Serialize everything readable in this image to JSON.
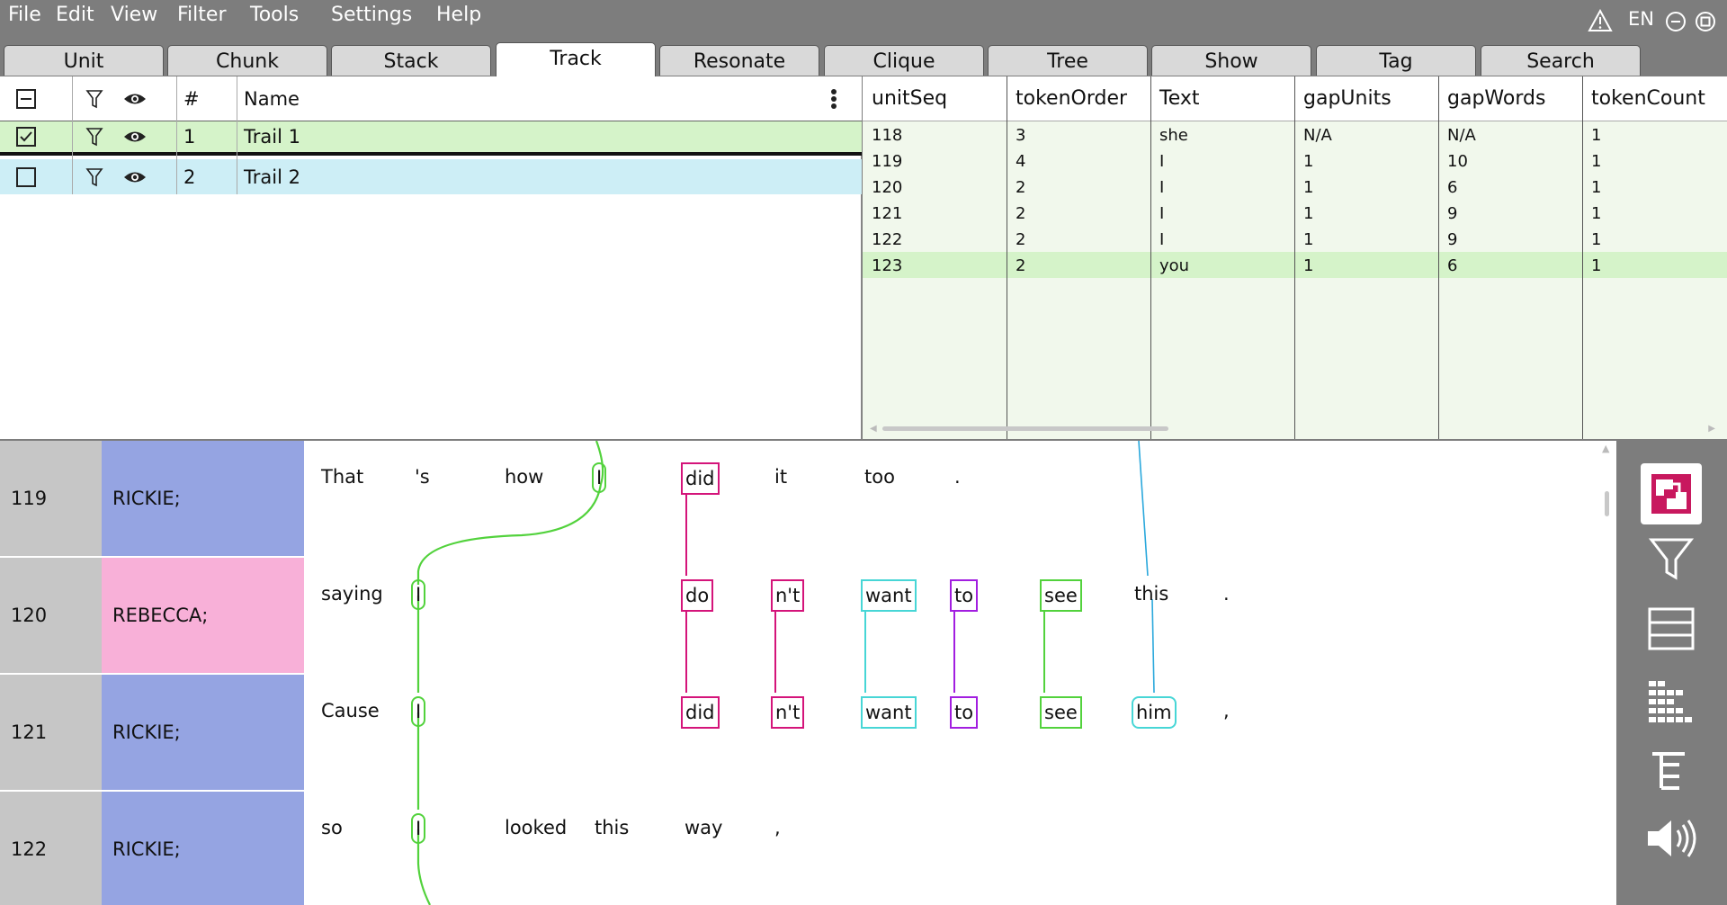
{
  "menu": [
    "File",
    "Edit",
    "View",
    "Filter",
    "Tools",
    "Settings",
    "Help"
  ],
  "system": {
    "language": "EN",
    "warning_icon": "warning-icon",
    "minimize_icon": "minimize-icon",
    "restore_icon": "restore-icon"
  },
  "tabs": [
    "Unit",
    "Chunk",
    "Stack",
    "Track",
    "Resonate",
    "Clique",
    "Tree",
    "Show",
    "Tag",
    "Search"
  ],
  "active_tab": "Track",
  "left_table": {
    "header": {
      "number": "#",
      "name": "Name"
    },
    "rows": [
      {
        "number": "1",
        "name": "Trail 1",
        "checked": true
      },
      {
        "number": "2",
        "name": "Trail 2",
        "checked": false
      }
    ]
  },
  "right_table": {
    "columns": [
      "unitSeq",
      "tokenOrder",
      "Text",
      "gapUnits",
      "gapWords",
      "tokenCount"
    ],
    "rows": [
      [
        "118",
        "3",
        "she",
        "N/A",
        "N/A",
        "1"
      ],
      [
        "119",
        "4",
        "I",
        "1",
        "10",
        "1"
      ],
      [
        "120",
        "2",
        "I",
        "1",
        "6",
        "1"
      ],
      [
        "121",
        "2",
        "I",
        "1",
        "9",
        "1"
      ],
      [
        "122",
        "2",
        "I",
        "1",
        "9",
        "1"
      ],
      [
        "123",
        "2",
        "you",
        "1",
        "6",
        "1"
      ]
    ]
  },
  "transcript": [
    {
      "line": "119",
      "speaker": "RICKIE;",
      "words": [
        "That",
        "'s",
        "how",
        "I",
        "did",
        "it",
        "too",
        "."
      ]
    },
    {
      "line": "120",
      "speaker": "REBECCA;",
      "words": [
        "saying",
        "I",
        "do",
        "n't",
        "want",
        "to",
        "see",
        "this",
        "."
      ]
    },
    {
      "line": "121",
      "speaker": "RICKIE;",
      "words": [
        "Cause",
        "I",
        "did",
        "n't",
        "want",
        "to",
        "see",
        "him",
        ","
      ]
    },
    {
      "line": "122",
      "speaker": "RICKIE;",
      "words": [
        "so",
        "I",
        "looked",
        "this",
        "way",
        ","
      ]
    }
  ],
  "colors": {
    "speaker_rickie": "#95a4e2",
    "speaker_rebecca": "#f8b0d8",
    "chain_green": "#52d23c",
    "link_magenta": "#d4147a",
    "link_purple": "#a21ee0",
    "link_cyan": "#47d6d6",
    "link_blue": "#2aa8dc",
    "selected_row": "#d5f3c9",
    "trail2_row": "#cdeef6"
  },
  "toolbar_icons": [
    "rezonator-logo-icon",
    "filter-icon",
    "layout-icon",
    "grid-icon",
    "tree-icon",
    "speaker-icon"
  ]
}
